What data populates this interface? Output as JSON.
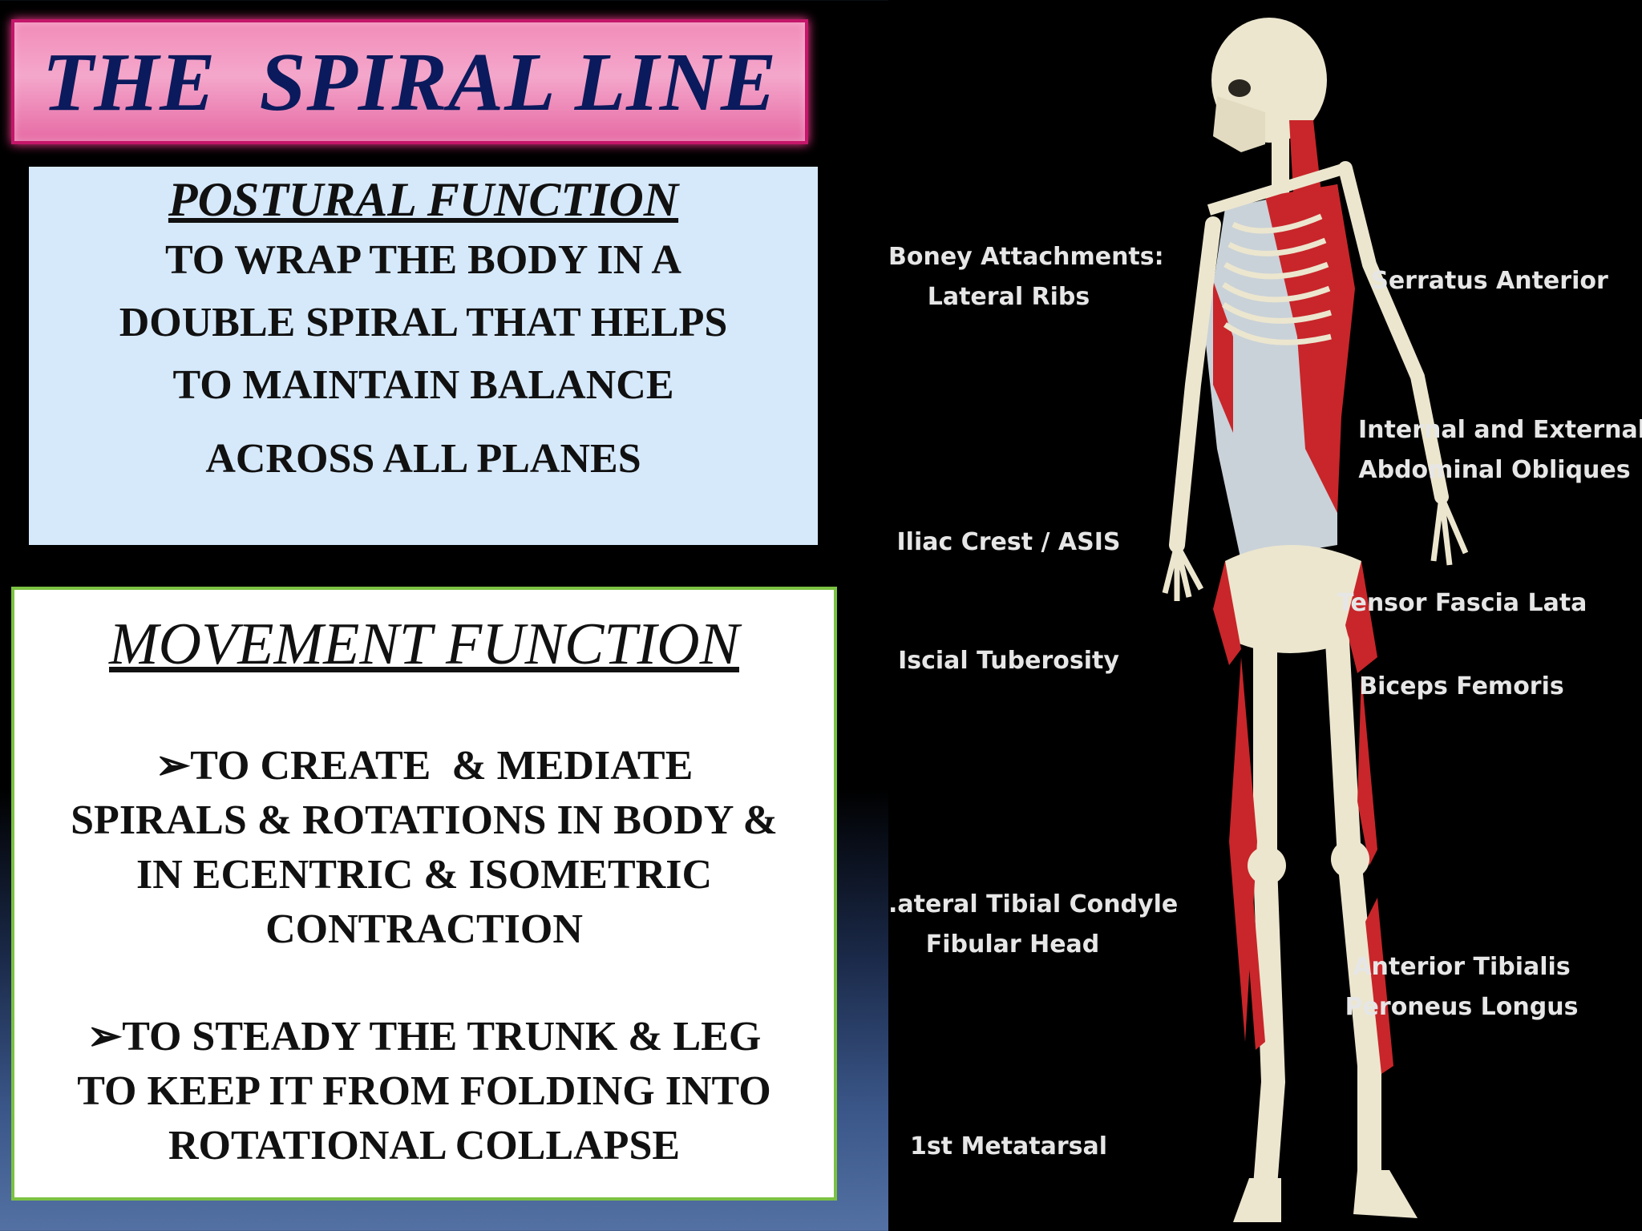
{
  "title": "THE  SPIRAL LINE",
  "postural": {
    "heading": "POSTURAL FUNCTION",
    "lines": [
      "TO WRAP THE BODY IN A",
      "DOUBLE SPIRAL THAT HELPS",
      "TO MAINTAIN BALANCE",
      "ACROSS ALL PLANES"
    ]
  },
  "movement": {
    "heading": "MOVEMENT FUNCTION",
    "bullet1": [
      "➢TO CREATE  & MEDIATE",
      "SPIRALS & ROTATIONS IN BODY &",
      "IN ECENTRIC & ISOMETRIC",
      "CONTRACTION"
    ],
    "bullet2": [
      "➢TO STEADY THE TRUNK & LEG",
      "TO KEEP IT FROM FOLDING INTO",
      "ROTATIONAL COLLAPSE"
    ]
  },
  "labels": {
    "left": {
      "boney": [
        "Boney Attachments:",
        "Lateral Ribs"
      ],
      "iliac": "Iliac Crest / ASIS",
      "iscial": "Iscial Tuberosity",
      "tibial": [
        ".ateral Tibial Condyle",
        "Fibular Head"
      ],
      "metatarsal": "1st Metatarsal"
    },
    "right": {
      "serratus": "Serratus Anterior",
      "obliques": [
        "Internal and External",
        "Abdominal Obliques"
      ],
      "tensor": "Tensor Fascia Lata",
      "biceps": "Biceps Femoris",
      "tibialis": [
        "Anterior Tibialis",
        "Peroneus Longus"
      ]
    }
  },
  "colors": {
    "title_text": "#0b1a5c",
    "title_bg": "#f4a7cb",
    "postural_bg": "#d6e9fb",
    "movement_border": "#7cc242",
    "muscle": "#c8262a",
    "bone": "#ece6cf",
    "fascia": "#c9d2d8"
  }
}
